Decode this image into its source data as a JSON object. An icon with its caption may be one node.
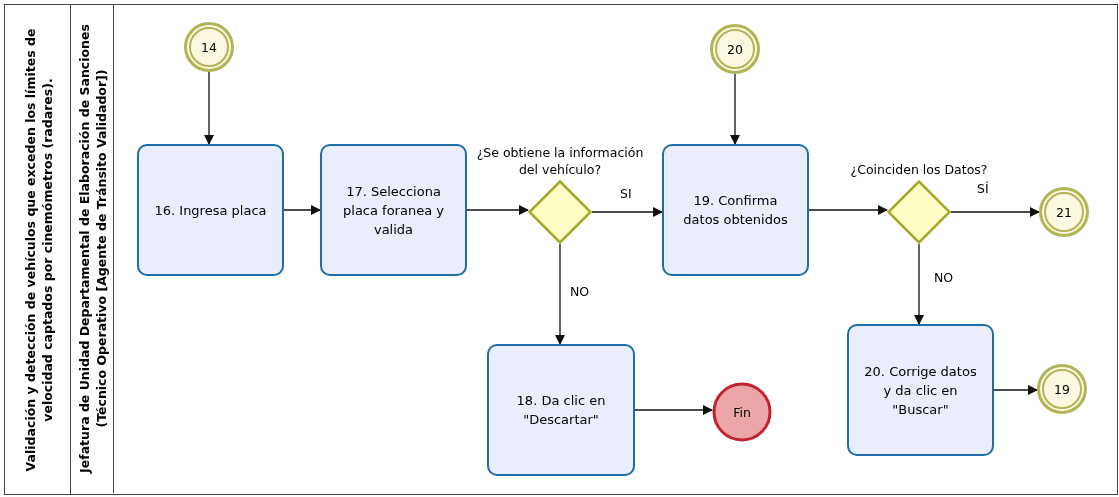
{
  "diagram": {
    "nodes": [
      {
        "text": [
          "Validación y detección de vehículos que exceden los límites de velocidad captados por cinemómetros (radares)."
        ]
      },
      {
        "text": [
          "Jefatura de Unidad Departamental de Elaboración de Sanciones (Técnico Operativo [Agente de Tránsito Validador])"
        ],
        "in": 0
      },
      {
        "text": [
          "14"
        ],
        "in": 1
      },
      {
        "text": [
          "16. Ingresa placa"
        ],
        "in": 1
      },
      {
        "text": [
          "17. Selecciona placa foranea y valida"
        ],
        "in": 1
      },
      {
        "text": [
          "¿Se obtiene la información del vehículo?"
        ],
        "in": 1
      },
      {
        "text": [
          "20"
        ],
        "in": 1
      },
      {
        "text": [
          "19. Confirma datos obtenidos"
        ],
        "in": 1
      },
      {
        "text": [
          "¿Coinciden los Datos?"
        ],
        "in": 1
      },
      {
        "text": [
          "21"
        ],
        "in": 1
      },
      {
        "text": [
          "18. Da clic en \"Descartar\""
        ],
        "in": 1
      },
      {
        "text": [
          "Fin"
        ],
        "in": 1
      },
      {
        "text": [
          "20. Corrige datos y da clic en \"Buscar\""
        ],
        "in": 1
      },
      {
        "text": [
          "19"
        ],
        "in": 1
      }
    ],
    "edges": [
      {
        "from": 2,
        "to": 3,
        "arrow": "to"
      },
      {
        "from": 3,
        "to": 4,
        "arrow": "to"
      },
      {
        "from": 4,
        "to": 5,
        "arrow": "to"
      },
      {
        "from": 5,
        "to": 7,
        "arrow": "to",
        "label": "SI"
      },
      {
        "from": 5,
        "to": 10,
        "arrow": "to",
        "label": "NO"
      },
      {
        "from": 6,
        "to": 7,
        "arrow": "to"
      },
      {
        "from": 7,
        "to": 8,
        "arrow": "to"
      },
      {
        "from": 8,
        "to": 9,
        "arrow": "to",
        "label": "SÍ"
      },
      {
        "from": 8,
        "to": 12,
        "arrow": "to",
        "label": "NO"
      },
      {
        "from": 10,
        "to": 11,
        "arrow": "to"
      },
      {
        "from": 12,
        "to": 13,
        "arrow": "to"
      }
    ]
  }
}
